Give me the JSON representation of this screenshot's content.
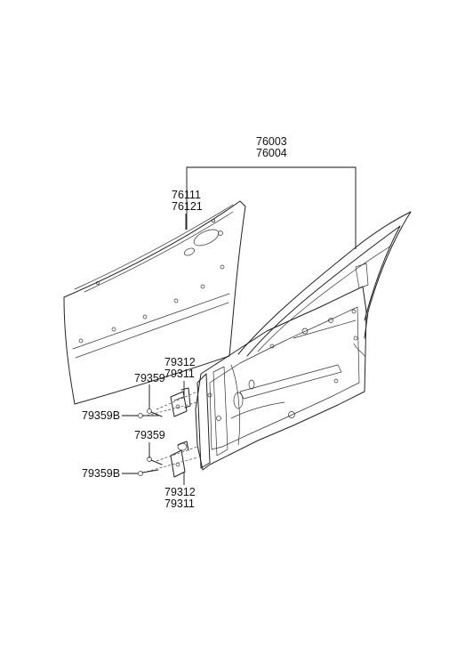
{
  "labels": {
    "door_assembly_1": "76003",
    "door_assembly_2": "76004",
    "outer_panel_1": "76111",
    "outer_panel_2": "76121",
    "upper_hinge_1": "79312",
    "upper_hinge_2": "79311",
    "upper_bolt": "79359",
    "upper_bolt_b": "79359B",
    "lower_bolt": "79359",
    "lower_bolt_b": "79359B",
    "lower_hinge_1": "79312",
    "lower_hinge_2": "79311"
  }
}
